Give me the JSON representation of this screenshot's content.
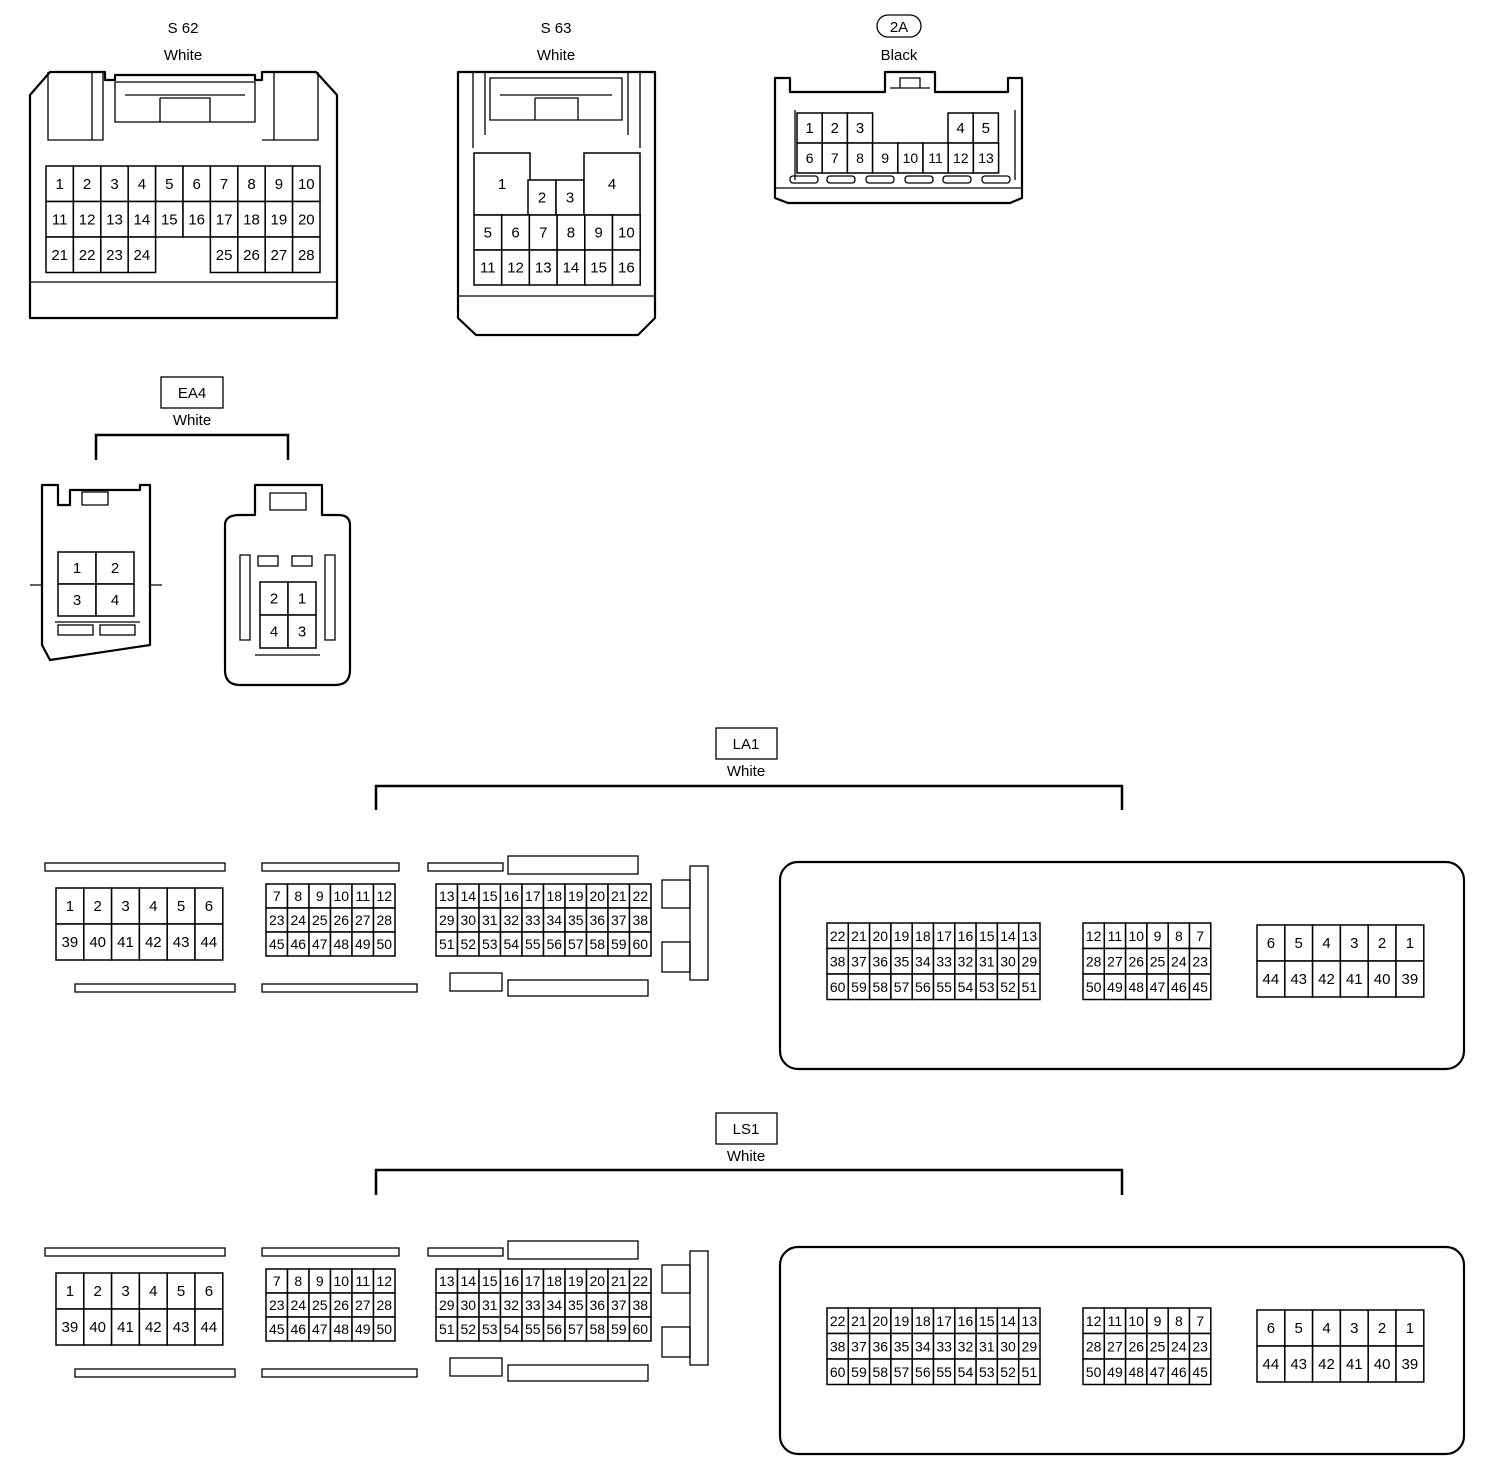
{
  "connectors": {
    "s62": {
      "code": "S 62",
      "color": "White"
    },
    "s63": {
      "code": "S 63",
      "color": "White"
    },
    "c2a": {
      "code": "2A",
      "color": "Black"
    },
    "ea4": {
      "code": "EA4",
      "color": "White"
    },
    "la1": {
      "code": "LA1",
      "color": "White"
    },
    "ls1": {
      "code": "LS1",
      "color": "White"
    }
  }
}
